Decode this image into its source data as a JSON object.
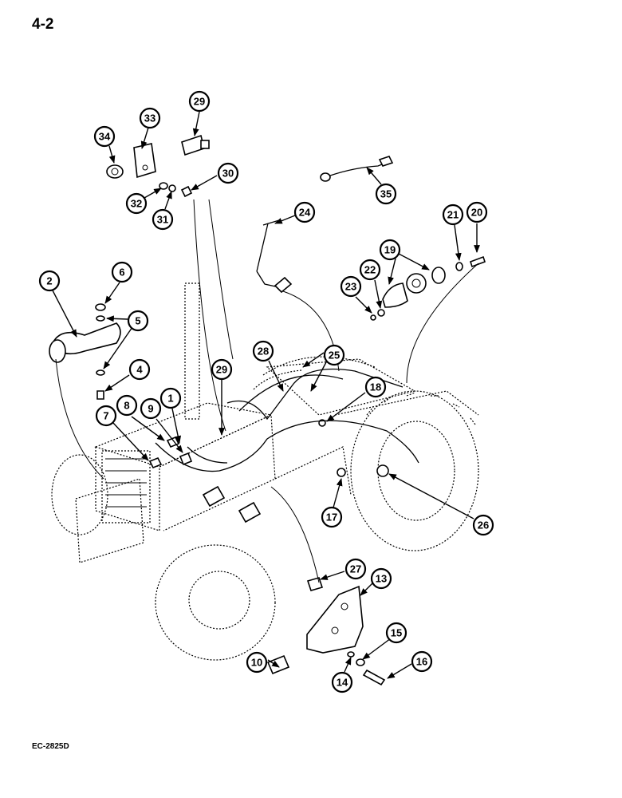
{
  "page": {
    "number": "4-2",
    "code": "EC-2825D"
  },
  "callouts": {
    "c34": "34",
    "c33": "33",
    "c29a": "29",
    "c30": "30",
    "c32": "32",
    "c31": "31",
    "c35": "35",
    "c24": "24",
    "c21": "21",
    "c20": "20",
    "c19": "19",
    "c22": "22",
    "c23": "23",
    "c2": "2",
    "c6": "6",
    "c5": "5",
    "c4": "4",
    "c28": "28",
    "c25": "25",
    "c29b": "29",
    "c18": "18",
    "c1": "1",
    "c8": "8",
    "c9": "9",
    "c7": "7",
    "c17": "17",
    "c26": "26",
    "c27": "27",
    "c13": "13",
    "c15": "15",
    "c16": "16",
    "c10": "10",
    "c14": "14"
  }
}
